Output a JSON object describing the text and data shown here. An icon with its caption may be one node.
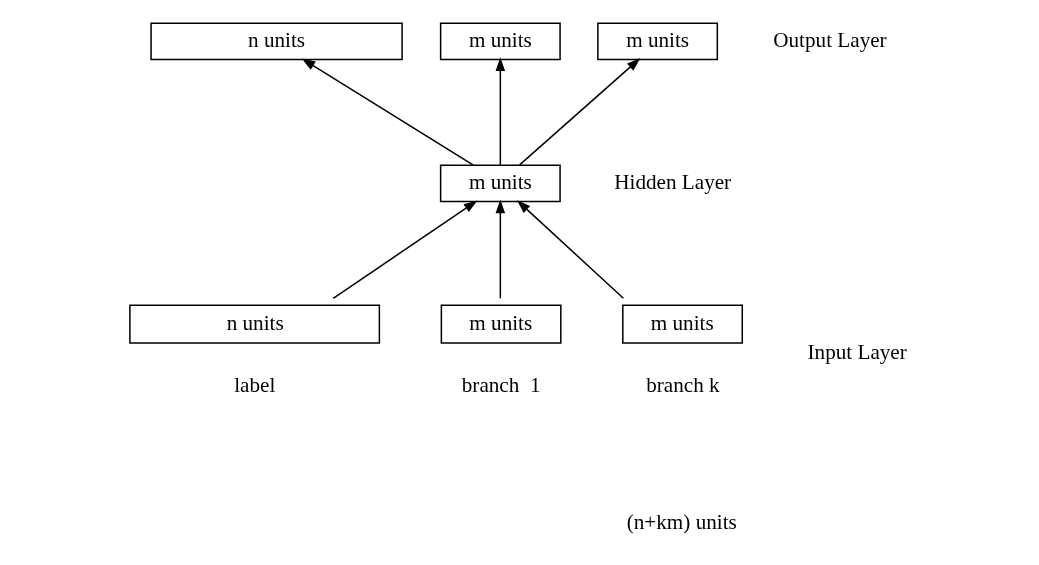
{
  "diagram": {
    "nodes": [
      {
        "text": [
          "n units"
        ]
      },
      {
        "text": [
          "m units"
        ]
      },
      {
        "text": [
          "m units"
        ]
      },
      {
        "text": [
          "m units"
        ]
      },
      {
        "text": [
          "n units"
        ],
        "beside": [
          "label"
        ]
      },
      {
        "text": [
          "m units"
        ],
        "beside": [
          "branch  1"
        ]
      },
      {
        "text": [
          "m units"
        ],
        "beside": [
          "branch k"
        ]
      }
    ],
    "edges": [
      {
        "from": 3,
        "to": 0,
        "arrow": "to"
      },
      {
        "from": 3,
        "to": 1,
        "arrow": "to"
      },
      {
        "from": 3,
        "to": 2,
        "arrow": "to"
      },
      {
        "from": 4,
        "to": 3,
        "arrow": "to"
      },
      {
        "from": 5,
        "to": 3,
        "arrow": "to"
      },
      {
        "from": 6,
        "to": 3,
        "arrow": "to"
      }
    ],
    "labels": [
      "Output Layer",
      "Hidden Layer",
      "Input Layer",
      "(n+km) units"
    ]
  }
}
